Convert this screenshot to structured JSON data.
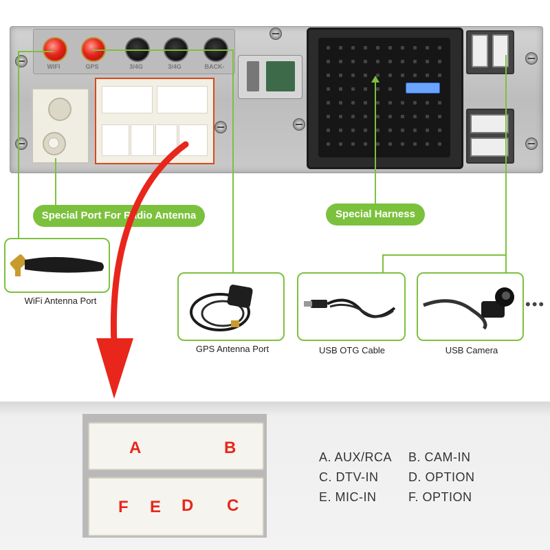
{
  "panel": {
    "antenna_jacks": [
      {
        "label": "WIFI",
        "color": "#e8251b"
      },
      {
        "label": "GPS",
        "color": "#e8251b"
      },
      {
        "label": "3/4G",
        "color": "#111111"
      },
      {
        "label": "3/4G",
        "color": "#111111"
      },
      {
        "label": "BACK-",
        "color": "#111111"
      }
    ]
  },
  "callouts": {
    "radio_antenna": "Special Port For Radio Antenna",
    "harness": "Special Harness"
  },
  "accessories": [
    {
      "caption": "WiFi Antenna Port",
      "icon": "wifi-antenna-icon"
    },
    {
      "caption": "GPS Antenna Port",
      "icon": "gps-antenna-icon"
    },
    {
      "caption": "USB OTG Cable",
      "icon": "usb-cable-icon"
    },
    {
      "caption": "USB Camera",
      "icon": "camera-icon"
    }
  ],
  "more_indicator": "•••",
  "connector": {
    "letters": [
      "A",
      "B",
      "F",
      "E",
      "D",
      "C"
    ]
  },
  "legend": [
    [
      "A. AUX/RCA",
      "B. CAM-IN"
    ],
    [
      "C. DTV-IN",
      "D. OPTION"
    ],
    [
      "E. MIC-IN",
      "F. OPTION"
    ]
  ],
  "colors": {
    "accent_green": "#7cc13d",
    "arrow_red": "#e8261b",
    "highlight_orange": "#d9481d"
  }
}
